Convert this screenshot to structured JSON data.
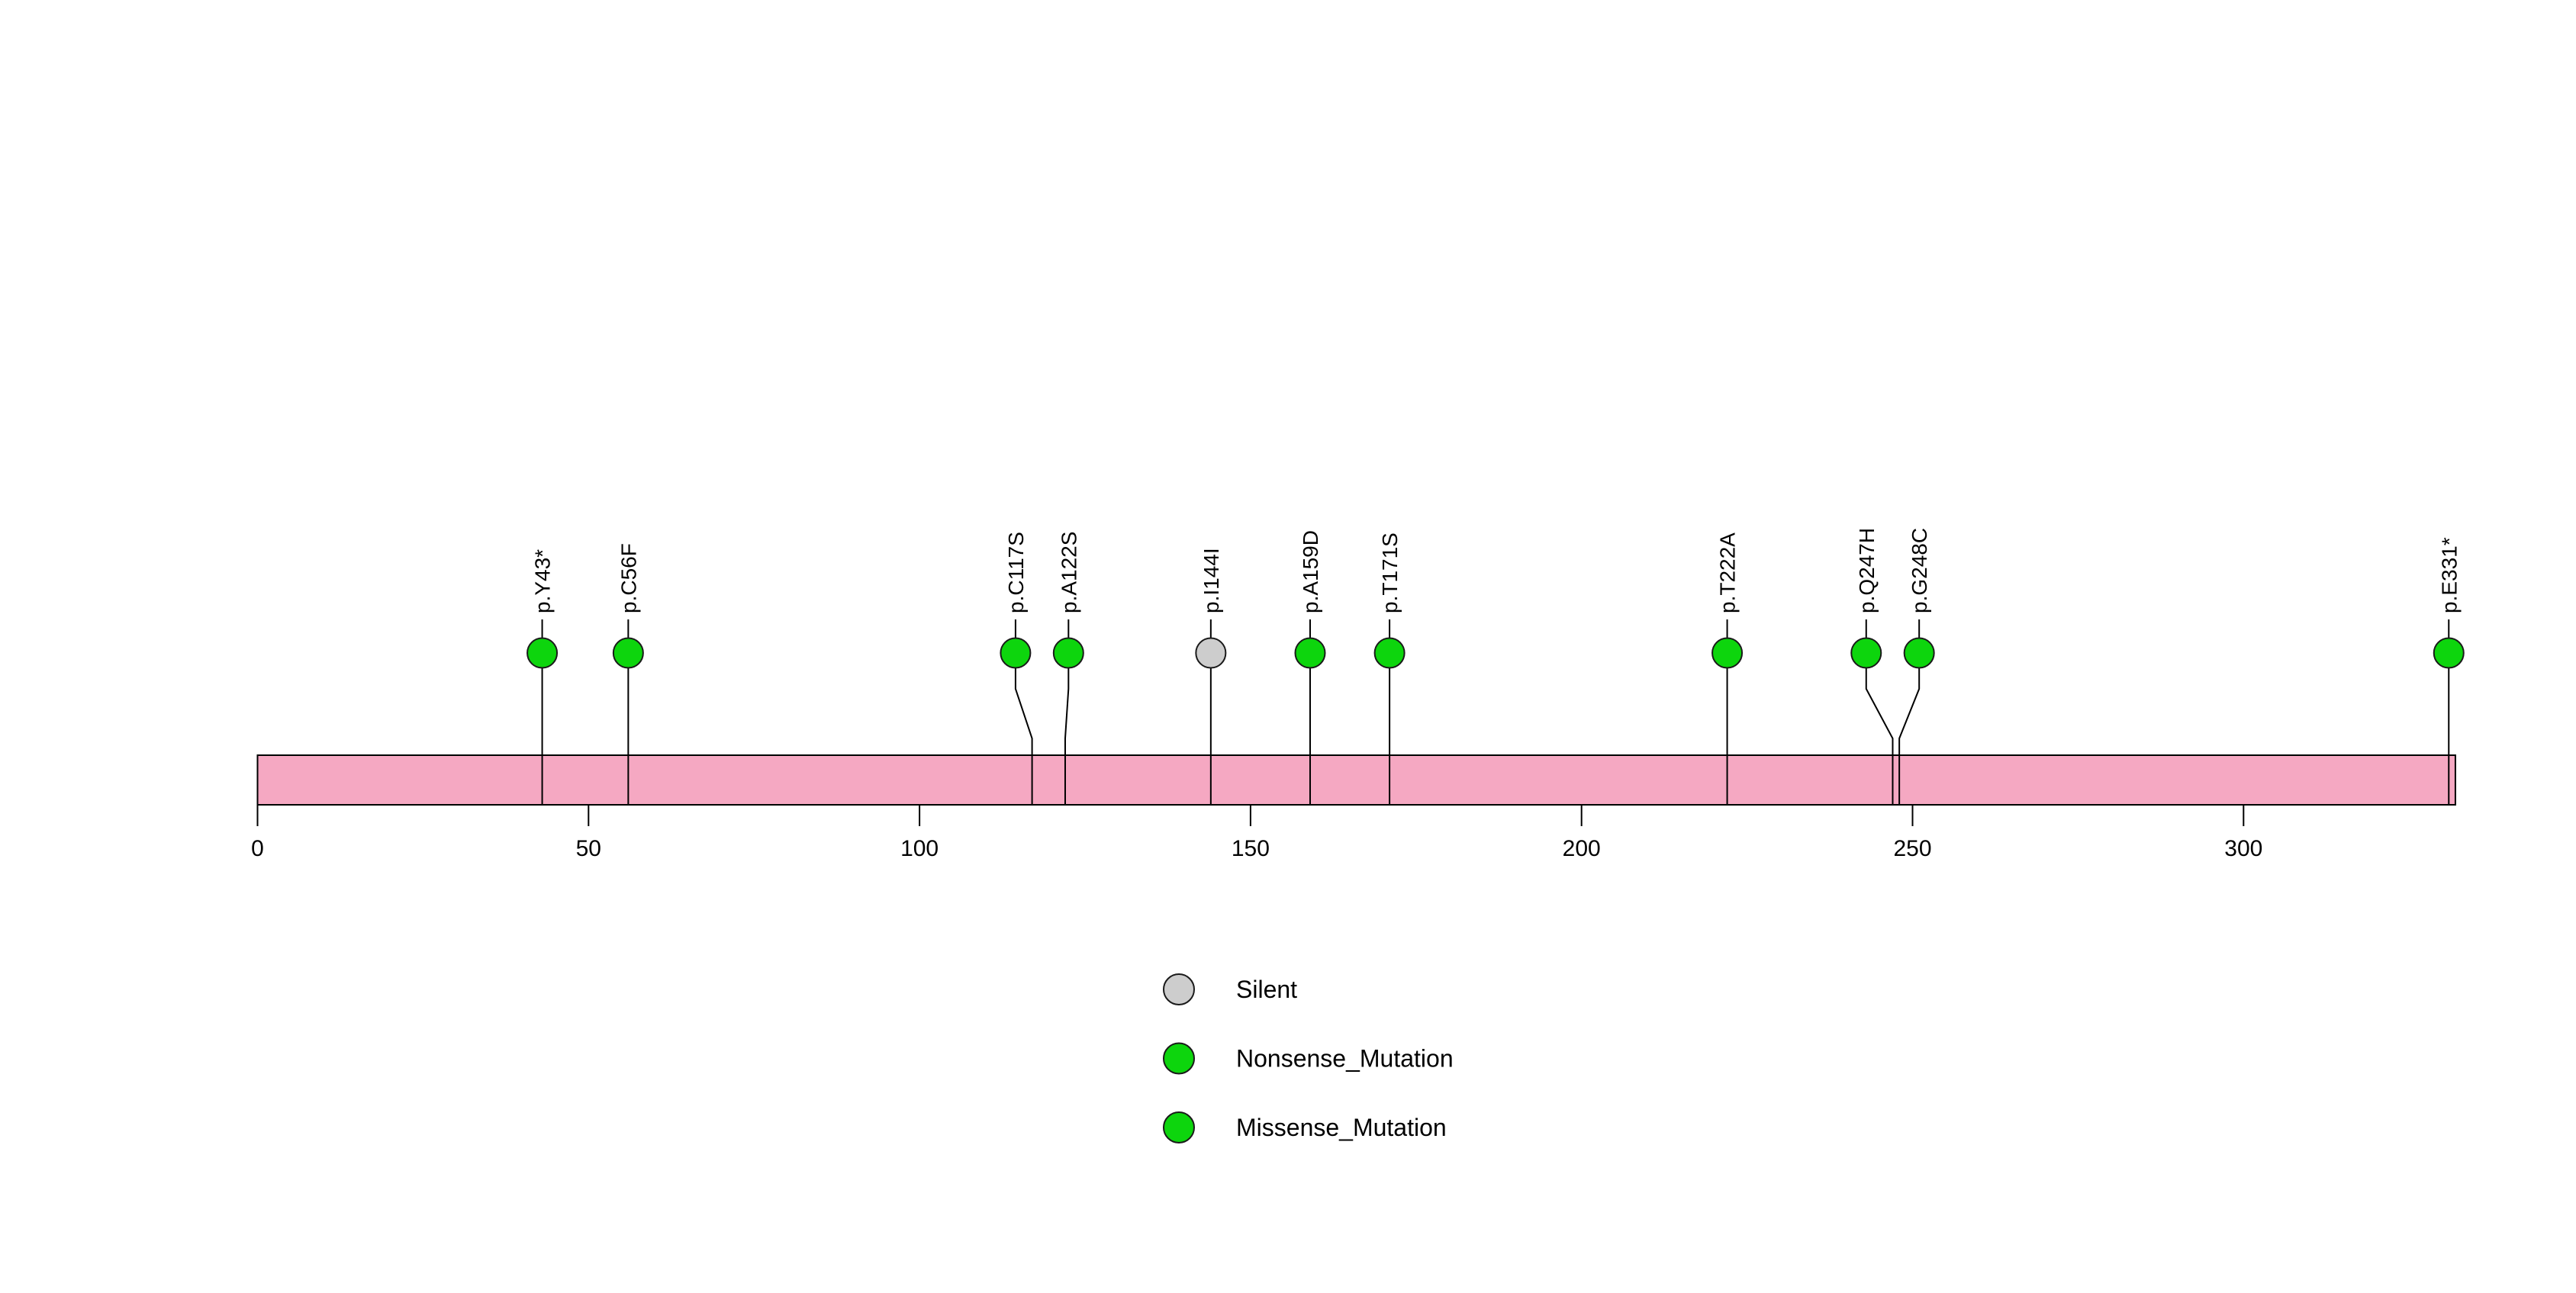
{
  "chart_data": {
    "type": "scatter",
    "subtype": "lollipop_mutation_plot",
    "title": "",
    "xlabel": "",
    "ylabel": "",
    "grid": false,
    "axis": {
      "ticks": [
        0,
        50,
        100,
        150,
        200,
        250,
        300
      ],
      "xlim": [
        0,
        332
      ]
    },
    "protein_bar": {
      "start": 0,
      "end": 332,
      "fill_color": "#F5A8C2",
      "border_color": "#000000"
    },
    "mutation_type_colors": {
      "Silent": "#CDCDCD",
      "Nonsense_Mutation": "#0DD50D",
      "Missense_Mutation": "#0DD50D"
    },
    "mutations": [
      {
        "label": "p.Y43*",
        "position": 43,
        "display_position": 43,
        "type": "Nonsense_Mutation"
      },
      {
        "label": "p.C56F",
        "position": 56,
        "display_position": 56,
        "type": "Missense_Mutation"
      },
      {
        "label": "p.C117S",
        "position": 117,
        "display_position": 114.5,
        "type": "Missense_Mutation"
      },
      {
        "label": "p.A122S",
        "position": 122,
        "display_position": 122.5,
        "type": "Missense_Mutation"
      },
      {
        "label": "p.I144I",
        "position": 144,
        "display_position": 144,
        "type": "Silent"
      },
      {
        "label": "p.A159D",
        "position": 159,
        "display_position": 159,
        "type": "Missense_Mutation"
      },
      {
        "label": "p.T171S",
        "position": 171,
        "display_position": 171,
        "type": "Missense_Mutation"
      },
      {
        "label": "p.T222A",
        "position": 222,
        "display_position": 222,
        "type": "Missense_Mutation"
      },
      {
        "label": "p.Q247H",
        "position": 247,
        "display_position": 243,
        "type": "Missense_Mutation"
      },
      {
        "label": "p.G248C",
        "position": 248,
        "display_position": 251,
        "type": "Missense_Mutation"
      },
      {
        "label": "p.E331*",
        "position": 331,
        "display_position": 331,
        "type": "Nonsense_Mutation"
      }
    ],
    "legend": [
      {
        "label": "Silent",
        "color": "#CDCDCD"
      },
      {
        "label": "Nonsense_Mutation",
        "color": "#0DD50D"
      },
      {
        "label": "Missense_Mutation",
        "color": "#0DD50D"
      }
    ],
    "legend_position": "bottom-center"
  }
}
